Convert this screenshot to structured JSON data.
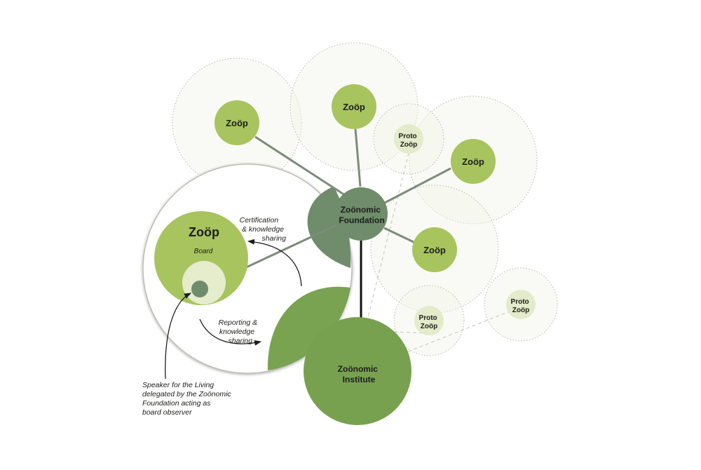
{
  "nodes": {
    "foundation": [
      "Zoönomic",
      "Foundation"
    ],
    "institute": [
      "Zoönomic",
      "Institute"
    ],
    "zoop_1": "Zoöp",
    "zoop_2": "Zoöp",
    "zoop_3": "Zoöp",
    "zoop_4": "Zoöp",
    "zoop_main": "Zoöp",
    "board": "Board",
    "proto_1": [
      "Proto",
      "Zoöp"
    ],
    "proto_2": [
      "Proto",
      "Zoöp"
    ],
    "proto_3": [
      "Proto",
      "Zoöp"
    ]
  },
  "annotations": {
    "certification": [
      "Certification",
      "& knowledge",
      "sharing"
    ],
    "reporting": [
      "Reporting &",
      "knowledge",
      "sharing"
    ],
    "speaker": [
      "Speaker for the Living",
      "delegated by the Zoönomic",
      "Foundation acting as",
      "board observer"
    ]
  },
  "colors": {
    "zoop_green": "#a8c45e",
    "institute_green": "#78a14f",
    "foundation_green": "#6f8c6b",
    "petal_green": "#79a351",
    "proto_fill": "#e3ebca",
    "halo_fill": "#f1f4e8",
    "board_fill": "#e5edcd"
  }
}
